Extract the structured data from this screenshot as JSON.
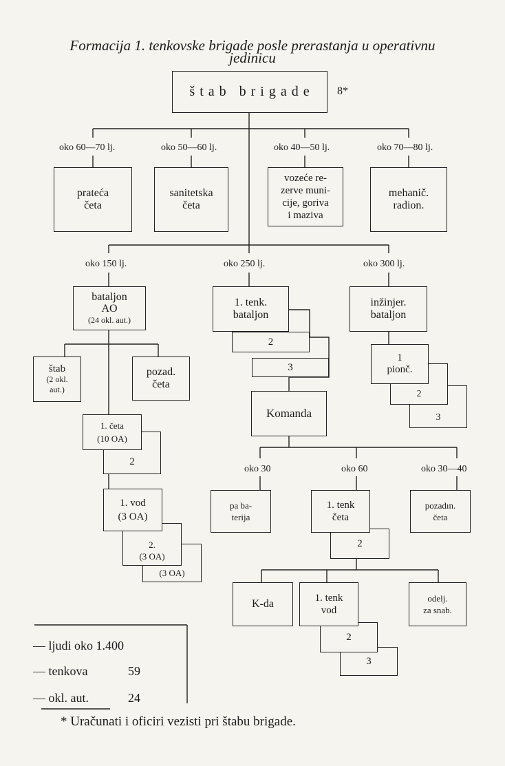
{
  "title_line1": "Formacija 1. tenkovske brigade posle prerastanja u operativnu",
  "title_line2": "jedinicu",
  "stab": {
    "label": "š t a b   b r i g a d e",
    "mark": "8*"
  },
  "level1": [
    {
      "count": "oko 60—70 lj.",
      "label": "prateća\nčeta"
    },
    {
      "count": "oko 50—60 lj.",
      "label": "sanitetska\nčeta"
    },
    {
      "count": "oko 40—50 lj.",
      "label": "vozeće re-\nzerve muni-\ncije, goriva\ni maziva"
    },
    {
      "count": "oko 70—80 lj.",
      "label": "mehanič.\nradion."
    }
  ],
  "level2": [
    {
      "count": "oko 150 lj.",
      "label": "bataljon\nAO",
      "sub": "(24 okl. aut.)"
    },
    {
      "count": "oko 250 lj.",
      "label": "1. tenk.\nbataljon",
      "copies": [
        "2",
        "3"
      ]
    },
    {
      "count": "oko 300 lj.",
      "label": "inžinjer.\nbataljon"
    }
  ],
  "ao_branch": {
    "stab": "štab",
    "stab_sub": "(2 okl.\naut.)",
    "pozad": "pozad.\nčeta",
    "ceta1": "1. četa\n(10 OA)",
    "ceta2": "2",
    "vod1": "1. vod\n(3 OA)",
    "vod2": "2.\n(3 OA)",
    "vod3": "3.\n(3 OA)"
  },
  "eng_branch": {
    "pionc1": "1\npionč.",
    "pionc2": "2",
    "pionc3": "3"
  },
  "komanda": {
    "label": "Komanda",
    "subs": [
      {
        "count": "oko 30",
        "label": "pa ba-\nterija"
      },
      {
        "count": "oko 60",
        "label": "1. tenk\nčeta",
        "copy": "2"
      },
      {
        "count": "oko 30—40",
        "label": "pozadın.\nčeta"
      }
    ]
  },
  "company_subs": {
    "kda": "K-da",
    "vod1": "1. tenk\nvod",
    "vod2": "2",
    "vod3": "3",
    "odelj": "odelj.\nza snab."
  },
  "summary": [
    {
      "label": "— ljudi oko 1.400",
      "value": ""
    },
    {
      "label": "— tenkova",
      "value": "59"
    },
    {
      "label": "— okl. aut.",
      "value": "24"
    }
  ],
  "footnote": "* Uračunati i oficiri vezisti pri štabu brigade."
}
